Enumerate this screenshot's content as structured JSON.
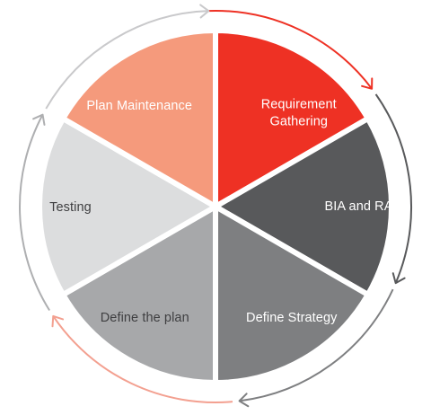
{
  "segments": [
    {
      "label_lines": [
        "Requirement",
        "Gathering"
      ],
      "fill": "#ee3124",
      "text_color": "#ffffff"
    },
    {
      "label_lines": [
        "BIA and RA"
      ],
      "fill": "#58595b",
      "text_color": "#ffffff"
    },
    {
      "label_lines": [
        "Define Strategy"
      ],
      "fill": "#7e7f81",
      "text_color": "#ffffff"
    },
    {
      "label_lines": [
        "Define the plan"
      ],
      "fill": "#a7a8aa",
      "text_color": "#3f3f41"
    },
    {
      "label_lines": [
        "Testing"
      ],
      "fill": "#dcddde",
      "text_color": "#3f3f41"
    },
    {
      "label_lines": [
        "Plan Maintenance"
      ],
      "fill": "#f59a7c",
      "text_color": "#ffffff"
    }
  ],
  "cycle": {
    "direction": "clockwise",
    "arrow_colors": [
      "#ee3124",
      "#58595b",
      "#7e7f81",
      "#f3a090",
      "#aeafb1",
      "#c9c9cb"
    ]
  }
}
